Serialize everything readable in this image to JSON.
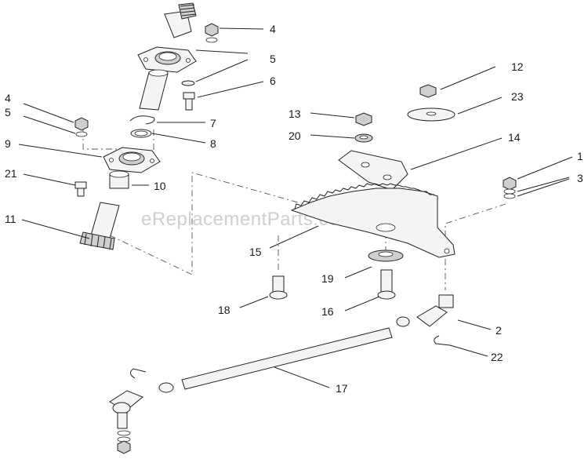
{
  "watermark": "eReplacementParts.com",
  "labels": {
    "l4a": "4",
    "l5a": "5",
    "l6": "6",
    "l7": "7",
    "l8": "8",
    "l4b": "4",
    "l5b": "5",
    "l9": "9",
    "l21": "21",
    "l10": "10",
    "l11": "11",
    "l12": "12",
    "l23": "23",
    "l13": "13",
    "l20": "20",
    "l14": "14",
    "l1": "1",
    "l3": "3",
    "l15": "15",
    "l19": "19",
    "l18": "18",
    "l16": "16",
    "l2": "2",
    "l22": "22",
    "l17": "17"
  }
}
